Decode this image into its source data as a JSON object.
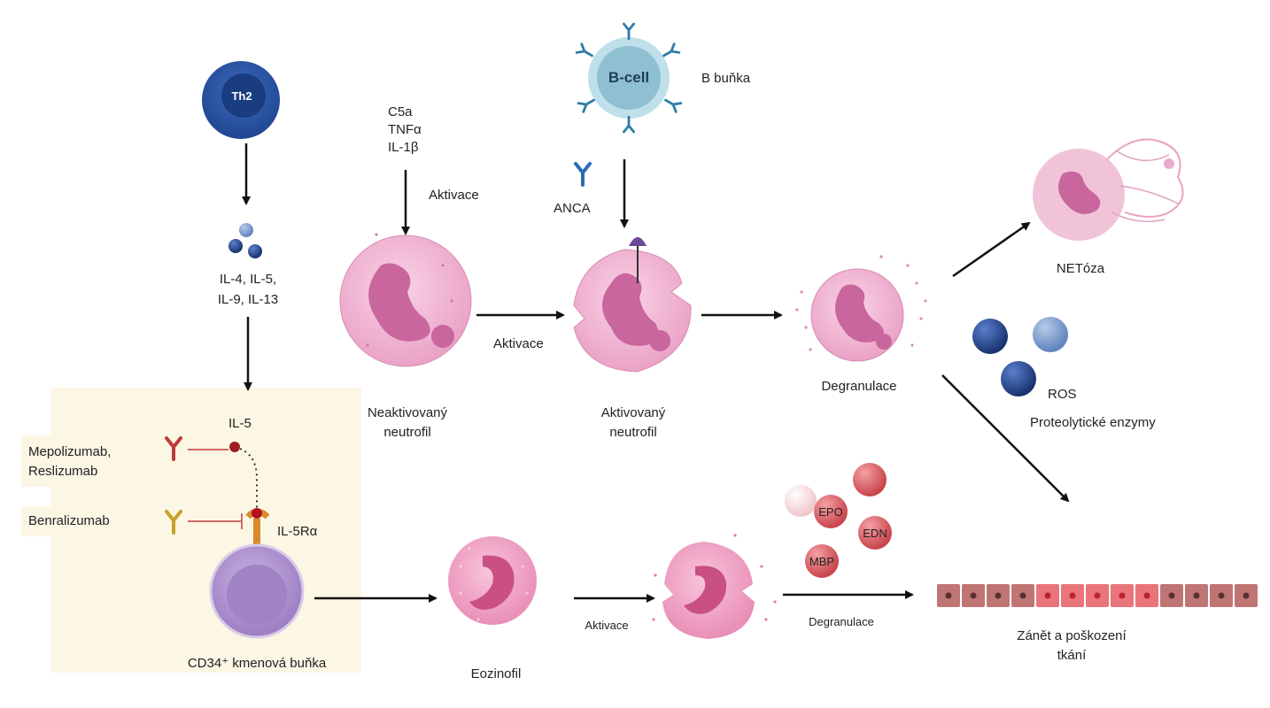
{
  "colors": {
    "background_panel": "#fcf6e4",
    "neutrophil_membrane": "#f3b8d7",
    "neutrophil_nucleus": "#c8669d",
    "eosinophil_membrane": "#f3a8c8",
    "th2_cell": "#2e5aa8",
    "b_cell": "#a8d4e0",
    "antibody_red": "#c0393b",
    "antibody_gold": "#c8a028",
    "stem_cell": "#b39bd2",
    "tissue_normal": "#c07575",
    "tissue_inflamed": "#e9747a",
    "ros_dark": "#23448c",
    "ros_light": "#7a9ccc"
  },
  "cells": {
    "th2": "Th2",
    "b_cell": "B-cell"
  },
  "labels": {
    "b_cell": "B buňka",
    "cytokines_line1": "IL-4, IL-5,",
    "cytokines_line2": "IL-9, IL-13",
    "activators_line1": "C5a",
    "activators_line2": "TNFα",
    "activators_line3": "IL-1β",
    "activation_top": "Aktivace",
    "anca": "ANCA",
    "activation_mid": "Aktivace",
    "unactivated_line1": "Neaktivovaný",
    "unactivated_line2": "neutrofil",
    "activated_line1": "Aktivovaný",
    "activated_line2": "neutrofil",
    "degranulation_neutrophil": "Degranulace",
    "netosis": "NETóza",
    "ros": "ROS",
    "proteolytic": "Proteolytické enzymy",
    "il5": "IL-5",
    "drugs_line1": "Mepolizumab,",
    "drugs_line2": "Reslizumab",
    "benralizumab": "Benralizumab",
    "il5ra": "IL-5Rα",
    "stem_cell": "CD34⁺ kmenová buňka",
    "eosinophil": "Eozinofil",
    "activation_bottom": "Aktivace",
    "degranulation_eosinophil": "Degranulace",
    "tissue_line1": "Zánět a poškození",
    "tissue_line2": "tkání"
  },
  "granules": {
    "epo": "EPO",
    "edn": "EDN",
    "mbp": "MBP"
  }
}
